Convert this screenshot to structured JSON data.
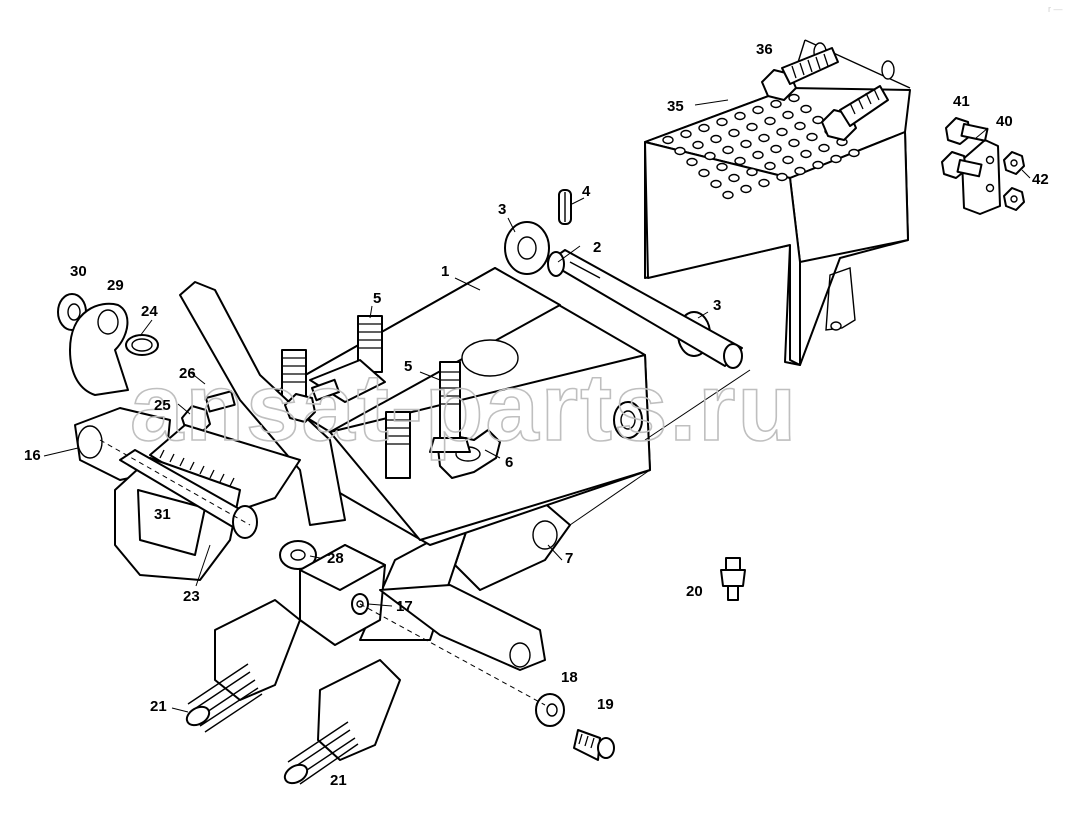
{
  "watermark": "ansat-parts.ru",
  "corner_mark": "r —",
  "callouts": [
    "1",
    "2",
    "3",
    "3",
    "4",
    "5",
    "5",
    "6",
    "7",
    "16",
    "17",
    "18",
    "19",
    "20",
    "21",
    "21",
    "23",
    "24",
    "25",
    "26",
    "28",
    "29",
    "30",
    "31",
    "35",
    "36",
    "40",
    "41",
    "42"
  ]
}
